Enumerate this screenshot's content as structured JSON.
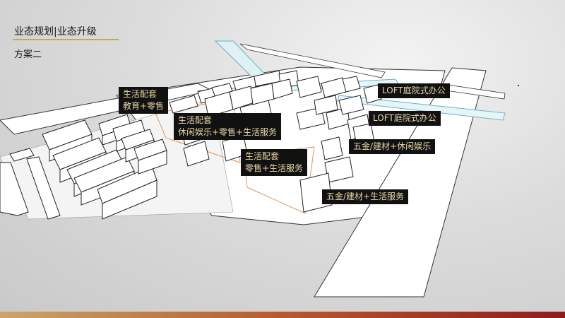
{
  "header": {
    "title": "业态规划|业态升级",
    "subtitle": "方案二"
  },
  "labels": [
    {
      "key": "l1",
      "lines": [
        "生活配套",
        "教育+零售"
      ]
    },
    {
      "key": "l2",
      "lines": [
        "生活配套",
        "休闲娱乐+零售+生活服务"
      ]
    },
    {
      "key": "l3",
      "lines": [
        "生活配套",
        "零售+生活服务"
      ]
    },
    {
      "key": "l4",
      "lines": [
        "LOFT庭院式办公"
      ]
    },
    {
      "key": "l5",
      "lines": [
        "LOFT庭院式办公"
      ]
    },
    {
      "key": "l6",
      "lines": [
        "五金/建材+休闲娱乐"
      ]
    },
    {
      "key": "l7",
      "lines": [
        "五金/建材+生活服务"
      ]
    }
  ],
  "colors": {
    "label_bg": "#111111",
    "label_text": "#e9d6a8",
    "accent_rule": "#c8a45c",
    "building_stroke": "#222222",
    "highlight_outline": "#e0955a",
    "glass_strip": "#a9d6de"
  }
}
